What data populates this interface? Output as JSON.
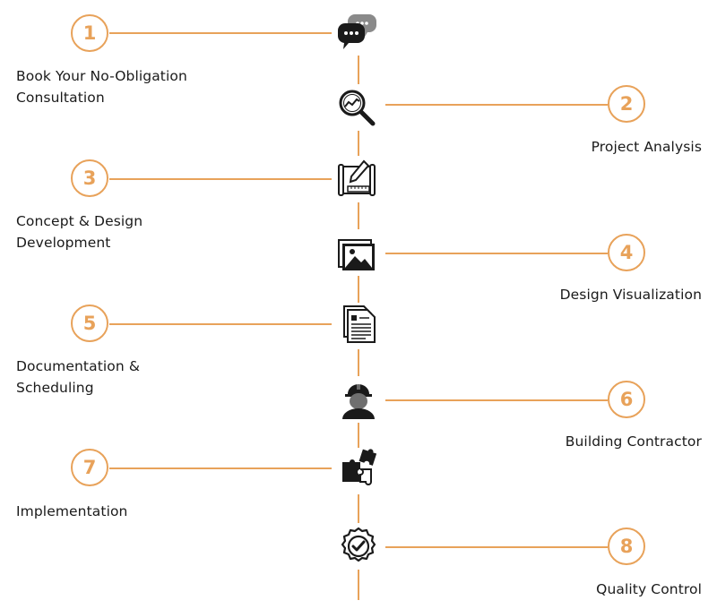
{
  "colors": {
    "accent": "#e8a25a",
    "icon": "#1a1a1a",
    "text": "#1a1a1a"
  },
  "steps": [
    {
      "number": "1",
      "label_lines": [
        "Book Your No-Obligation",
        "Consultation"
      ],
      "icon": "chat-bubbles-icon"
    },
    {
      "number": "2",
      "label_lines": [
        "Project Analysis"
      ],
      "icon": "magnifier-analysis-icon"
    },
    {
      "number": "3",
      "label_lines": [
        "Concept & Design",
        "Development"
      ],
      "icon": "blueprint-pencil-icon"
    },
    {
      "number": "4",
      "label_lines": [
        "Design Visualization"
      ],
      "icon": "picture-gallery-icon"
    },
    {
      "number": "5",
      "label_lines": [
        "Documentation &",
        "Scheduling"
      ],
      "icon": "documents-icon"
    },
    {
      "number": "6",
      "label_lines": [
        "Building Contractor"
      ],
      "icon": "builder-hardhat-icon"
    },
    {
      "number": "7",
      "label_lines": [
        "Implementation"
      ],
      "icon": "puzzle-pieces-icon"
    },
    {
      "number": "8",
      "label_lines": [
        "Quality Control"
      ],
      "icon": "quality-badge-check-icon"
    }
  ]
}
